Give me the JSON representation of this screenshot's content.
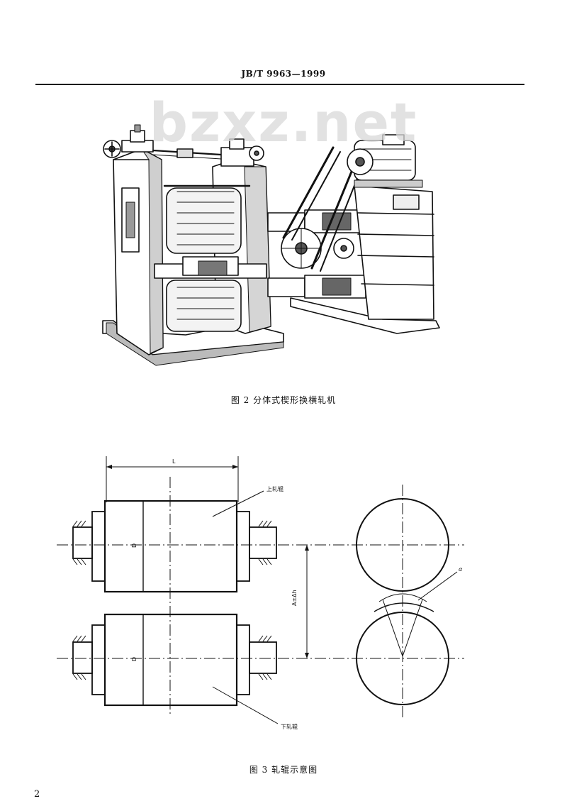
{
  "header": {
    "standard_code": "JB/T 9963—1999"
  },
  "watermark": {
    "text": "bzxz.net"
  },
  "figure2": {
    "caption": "图 2   分体式楔形换横轧机"
  },
  "figure3": {
    "caption": "图 3   轧辊示意图",
    "labels": {
      "length": "L",
      "diameter_upper": "D",
      "diameter_lower": "D",
      "upper_roll": "上轧辊",
      "lower_roll": "下轧辊",
      "center_distance": "A±Δh",
      "angle": "α"
    }
  },
  "footer": {
    "page_number": "2"
  }
}
